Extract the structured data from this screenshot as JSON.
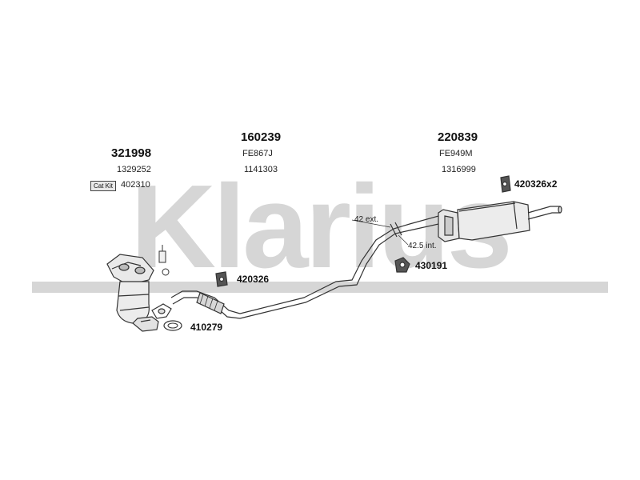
{
  "watermark": {
    "text": "Klarius"
  },
  "parts": {
    "catalyst": {
      "number": "321998",
      "sub_code": "1329252"
    },
    "cat_kit": {
      "badge": "Cat Kit",
      "number": "402310"
    },
    "front_pipe": {
      "number": "160239",
      "ref": "FE867J",
      "sub_code": "1141303"
    },
    "rear_silencer": {
      "number": "220839",
      "ref": "FE949M",
      "sub_code": "1316999"
    },
    "mount_rubber_rear": {
      "number": "420326x2"
    },
    "clamp": {
      "number": "430191"
    },
    "mount_rubber_mid": {
      "number": "420326"
    },
    "gasket": {
      "number": "410279"
    }
  },
  "dimensions": {
    "ext": "42 ext.",
    "int": "42.5 int."
  }
}
